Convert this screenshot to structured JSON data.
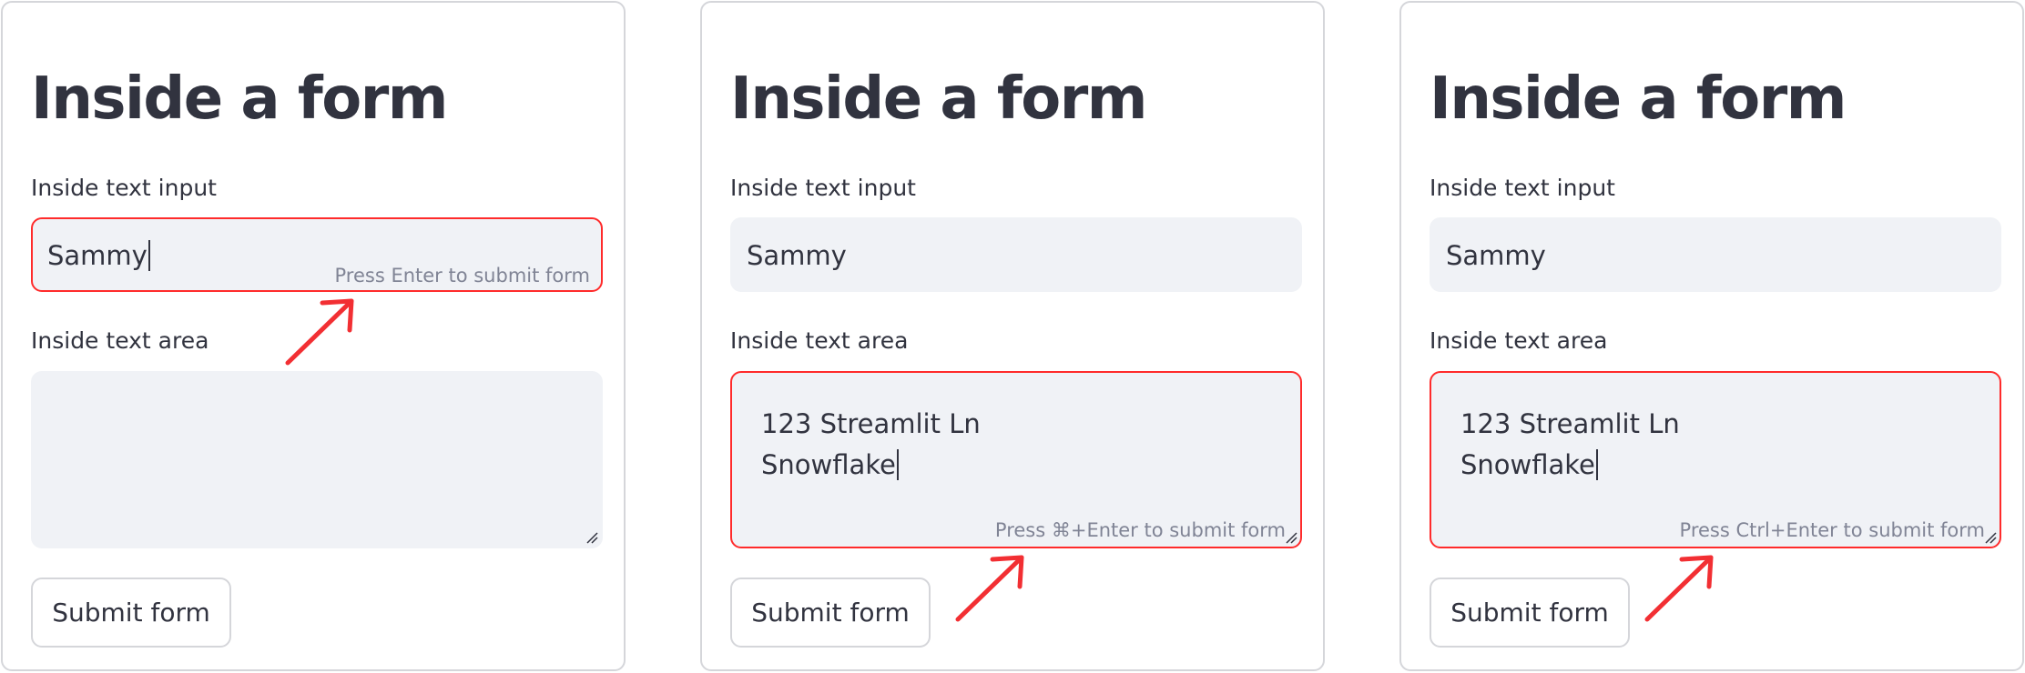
{
  "accent_color": "#ff2b2b",
  "panels": [
    {
      "title": "Inside a form",
      "text_input": {
        "label": "Inside text input",
        "value": "Sammy",
        "hint": "Press Enter to submit form"
      },
      "text_area": {
        "label": "Inside text area",
        "line1": "",
        "line2": "",
        "hint": ""
      },
      "submit_label": "Submit form"
    },
    {
      "title": "Inside a form",
      "text_input": {
        "label": "Inside text input",
        "value": "Sammy",
        "hint": ""
      },
      "text_area": {
        "label": "Inside text area",
        "line1": "123 Streamlit Ln",
        "line2": "Snowflake",
        "hint": "Press ⌘+Enter to submit form"
      },
      "submit_label": "Submit form"
    },
    {
      "title": "Inside a form",
      "text_input": {
        "label": "Inside text input",
        "value": "Sammy",
        "hint": ""
      },
      "text_area": {
        "label": "Inside text area",
        "line1": "123 Streamlit Ln",
        "line2": "Snowflake",
        "hint": "Press Ctrl+Enter to submit form"
      },
      "submit_label": "Submit form"
    }
  ]
}
